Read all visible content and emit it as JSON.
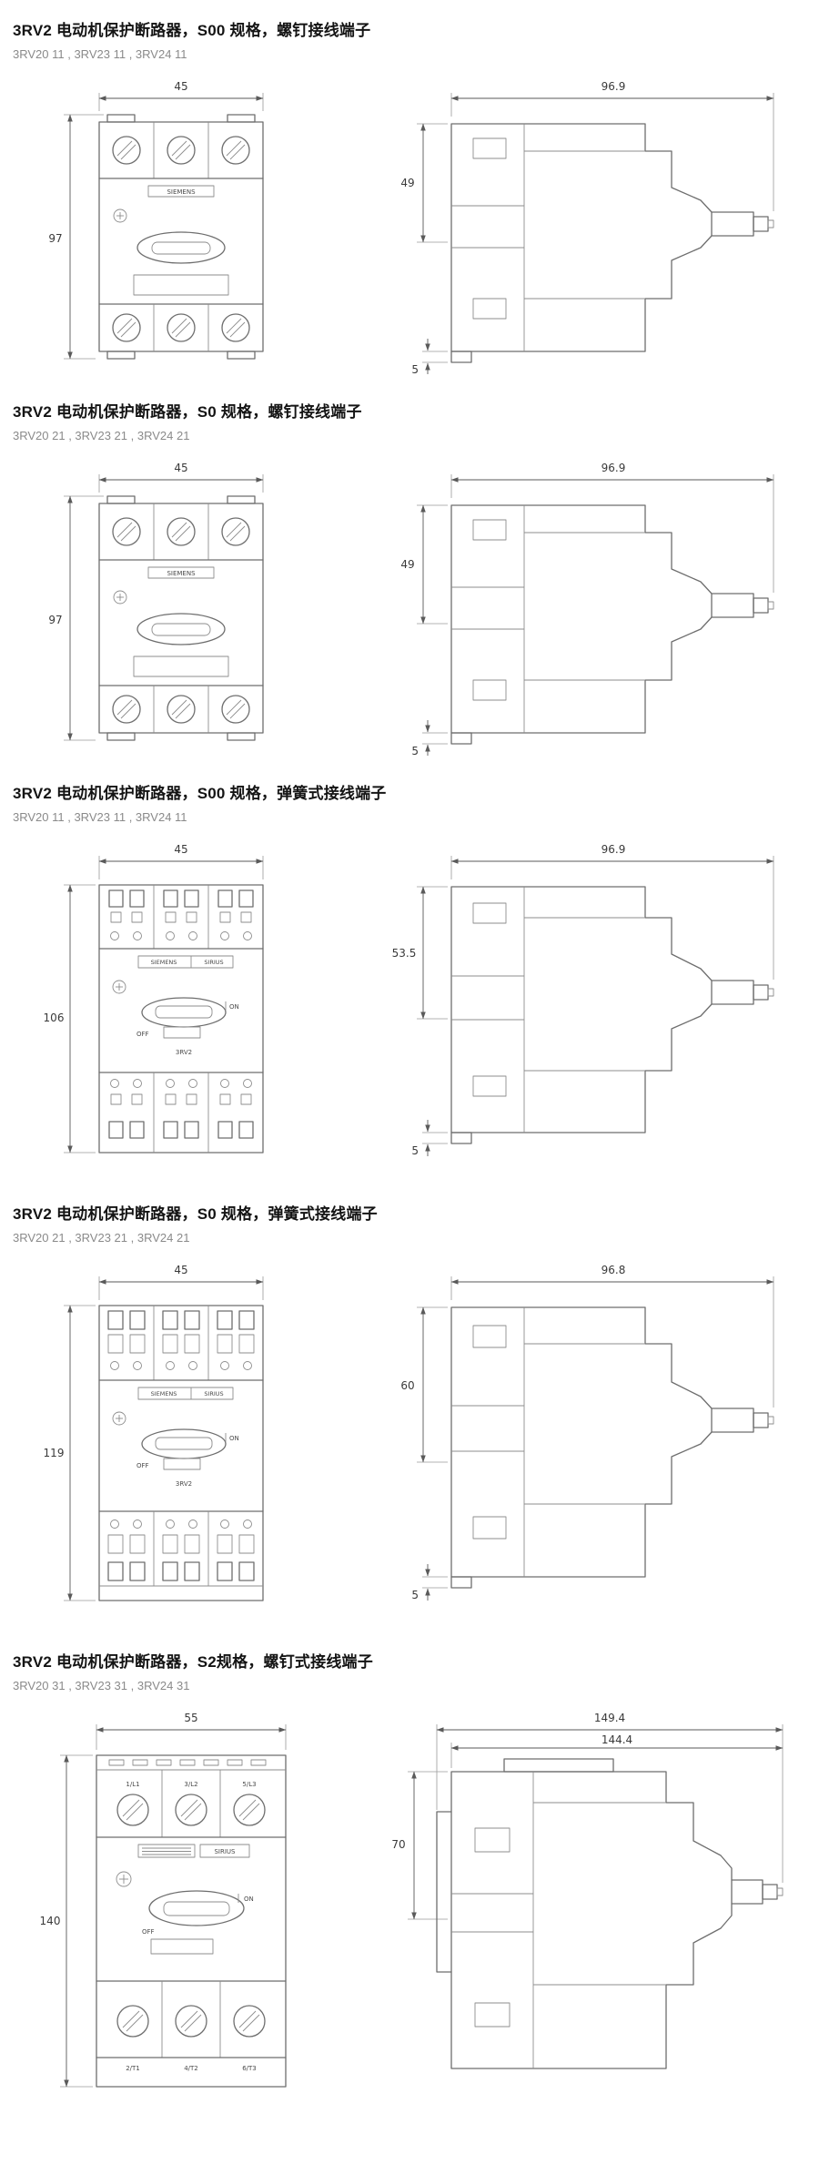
{
  "page": {
    "background": "#ffffff"
  },
  "sections": [
    {
      "title": "3RV2 电动机保护断路器，S00 规格，螺钉接线端子",
      "subtitle": "3RV20 11 , 3RV23 11 , 3RV24 11",
      "front": {
        "width": "45",
        "height": "97",
        "brand": "SIEMENS"
      },
      "side": {
        "depth": "96.9",
        "top_offset": "49",
        "rail_clip": "5"
      }
    },
    {
      "title": "3RV2 电动机保护断路器，S0 规格，螺钉接线端子",
      "subtitle": "3RV20 21 , 3RV23 21 , 3RV24 21",
      "front": {
        "width": "45",
        "height": "97",
        "brand": "SIEMENS"
      },
      "side": {
        "depth": "96.9",
        "top_offset": "49",
        "rail_clip": "5"
      }
    },
    {
      "title": "3RV2 电动机保护断路器，S00 规格，弹簧式接线端子",
      "subtitle": "3RV20 11 , 3RV23 11 , 3RV24 11",
      "front": {
        "width": "45",
        "height": "106",
        "brand": "SIEMENS",
        "brand2": "SIRIUS",
        "on_label": "ON",
        "off_label": "OFF",
        "model": "3RV2"
      },
      "side": {
        "depth": "96.9",
        "top_offset": "53.5",
        "rail_clip": "5"
      }
    },
    {
      "title": "3RV2 电动机保护断路器，S0 规格，弹簧式接线端子",
      "subtitle": "3RV20 21 , 3RV23 21 , 3RV24 21",
      "front": {
        "width": "45",
        "height": "119",
        "brand": "SIEMENS",
        "brand2": "SIRIUS",
        "on_label": "ON",
        "off_label": "OFF",
        "model": "3RV2"
      },
      "side": {
        "depth": "96.8",
        "top_offset": "60",
        "rail_clip": "5"
      }
    },
    {
      "title": "3RV2 电动机保护断路器，S2规格，螺钉式接线端子",
      "subtitle": "3RV20 31 , 3RV23 31 , 3RV24 31",
      "front": {
        "width": "55",
        "height": "140",
        "brand": "SIRIUS",
        "on_label": "ON",
        "off_label": "OFF",
        "terminals_top": [
          "1/L1",
          "3/L2",
          "5/L3"
        ],
        "terminals_bottom": [
          "2/T1",
          "4/T2",
          "6/T3"
        ]
      },
      "side": {
        "depth_outer": "149.4",
        "depth_inner": "144.4",
        "top_offset": "70"
      }
    }
  ]
}
